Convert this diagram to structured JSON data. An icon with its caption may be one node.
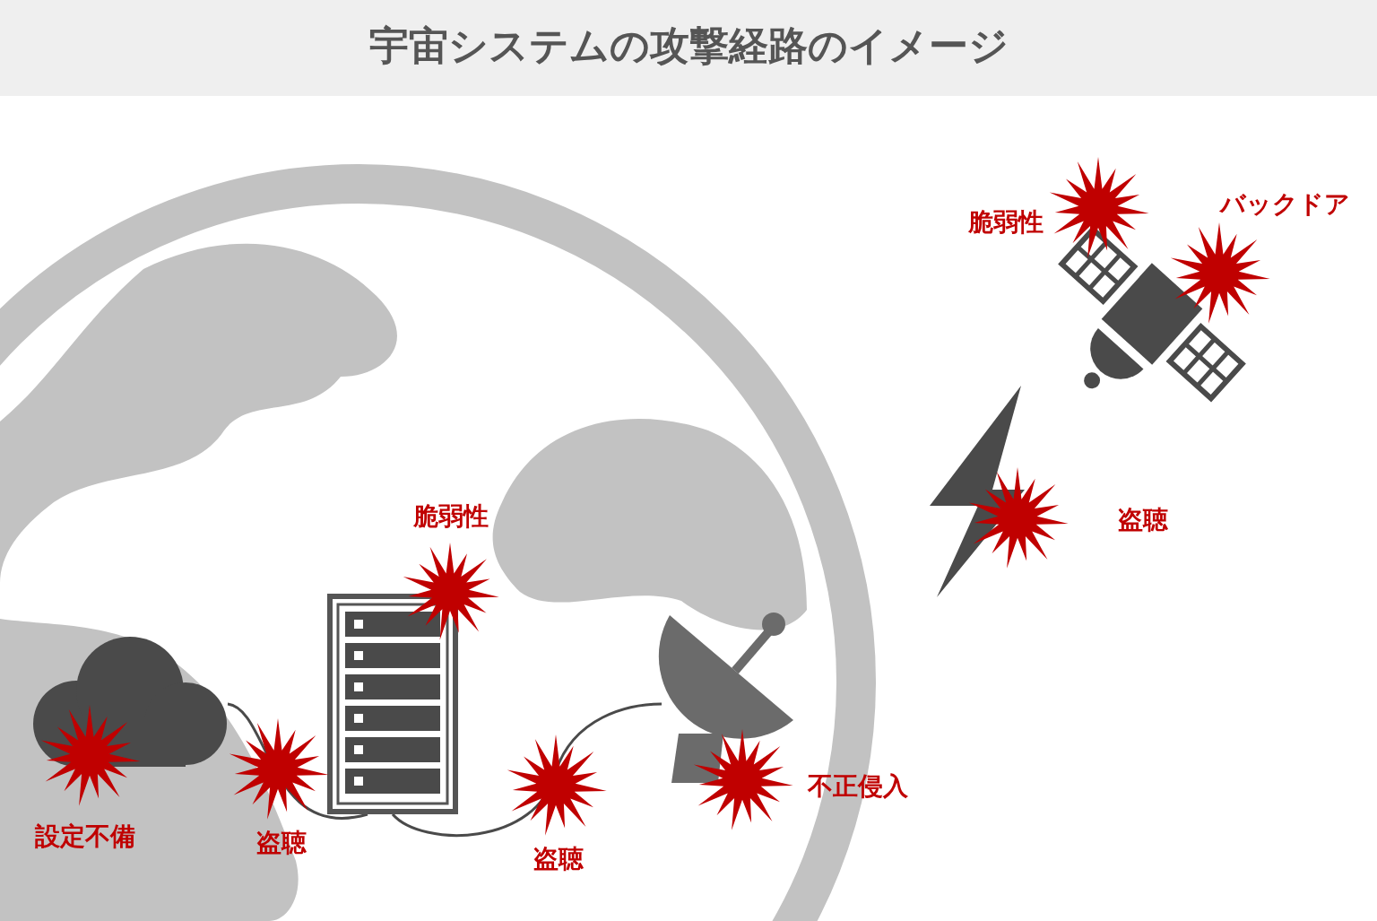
{
  "diagram": {
    "title": "宇宙システムの攻撃経路のイメージ",
    "nodes": [
      {
        "text": [],
        "shape": "cloud"
      },
      {
        "text": [],
        "shape": "picture"
      },
      {
        "text": [],
        "shape": "picture"
      },
      {
        "text": [],
        "shape": "picture"
      }
    ],
    "edges": [
      {
        "from": 0,
        "to": 1,
        "arrow": "none"
      },
      {
        "from": 1,
        "to": 2,
        "arrow": "none"
      }
    ],
    "labels": [
      "バックドア",
      "脆弱性",
      "脆弱性",
      "盗聴",
      "不正侵入",
      "設定不備",
      "盗聴",
      "盗聴"
    ]
  }
}
